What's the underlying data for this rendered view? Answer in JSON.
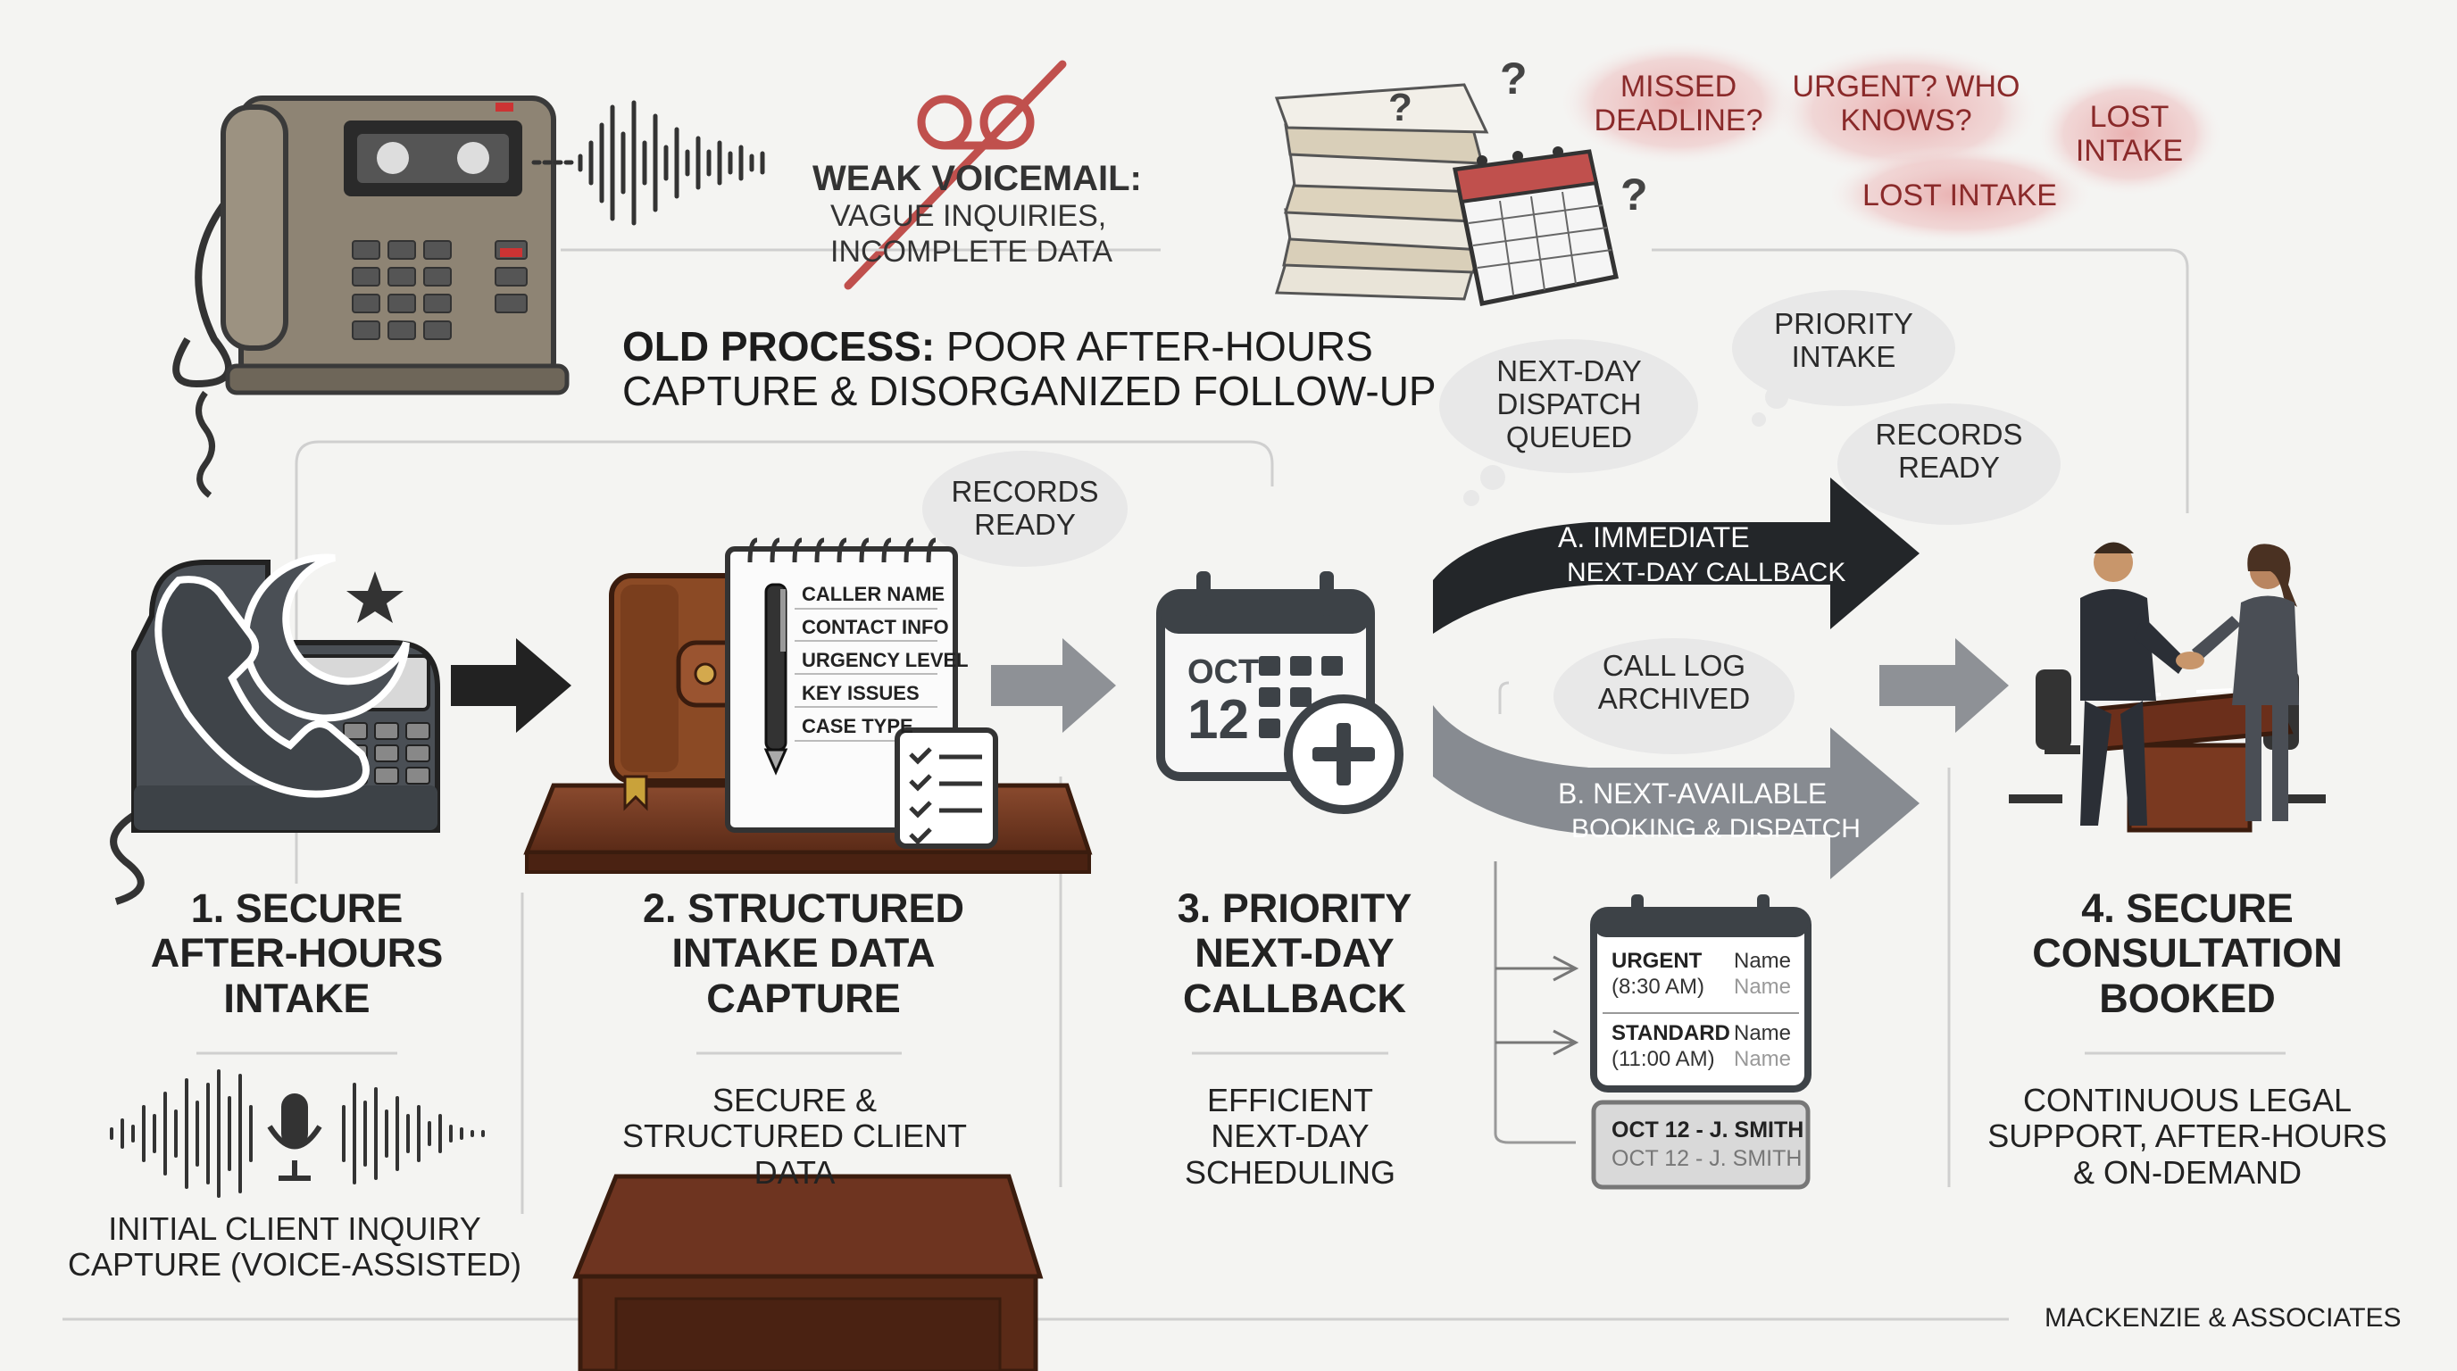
{
  "old_process": {
    "voicemail_title": "WEAK VOICEMAIL:",
    "voicemail_desc_1": "VAGUE INQUIRIES,",
    "voicemail_desc_2": "INCOMPLETE DATA",
    "heading_bold": "OLD PROCESS:",
    "heading_rest": " POOR AFTER-HOURS",
    "heading_line2": "CAPTURE & DISORGANIZED FOLLOW-UP",
    "problems": [
      "MISSED DEADLINE?",
      "URGENT? WHO KNOWS?",
      "LOST INTAKE",
      "LOST INTAKE"
    ]
  },
  "bubbles": {
    "next_day": "NEXT-DAY DISPATCH QUEUED",
    "priority": "PRIORITY INTAKE",
    "records_right": "RECORDS READY",
    "records_left": "RECORDS READY",
    "call_log": "CALL LOG ARCHIVED"
  },
  "notepad": [
    "CALLER NAME",
    "CONTACT INFO",
    "URGENCY LEVEL",
    "KEY ISSUES",
    "CASE TYPE"
  ],
  "calendar_icon": {
    "month": "OCT",
    "day": "12"
  },
  "branches": {
    "a_line1": "A. IMMEDIATE",
    "a_line2": "NEXT-DAY CALLBACK",
    "b_line1": "B. NEXT-AVAILABLE",
    "b_line2": "BOOKING & DISPATCH"
  },
  "schedule": {
    "urgent_label": "URGENT",
    "urgent_time": "(8:30 AM)",
    "standard_label": "STANDARD",
    "standard_time": "(11:00 AM)",
    "name": "Name",
    "booking": "OCT 12 - J. SMITH"
  },
  "steps": [
    {
      "title": "1. SECURE AFTER-HOURS INTAKE",
      "desc": "INITIAL CLIENT INQUIRY CAPTURE (VOICE-ASSISTED)"
    },
    {
      "title": "2. STRUCTURED INTAKE DATA CAPTURE",
      "desc": "SECURE & STRUCTURED CLIENT DATA"
    },
    {
      "title": "3. PRIORITY NEXT-DAY CALLBACK",
      "desc": "EFFICIENT NEXT-DAY SCHEDULING"
    },
    {
      "title": "4. SECURE CONSULTATION BOOKED",
      "desc": "CONTINUOUS LEGAL SUPPORT, AFTER-HOURS & ON-DEMAND"
    }
  ],
  "footer": "MACKENZIE & ASSOCIATES"
}
